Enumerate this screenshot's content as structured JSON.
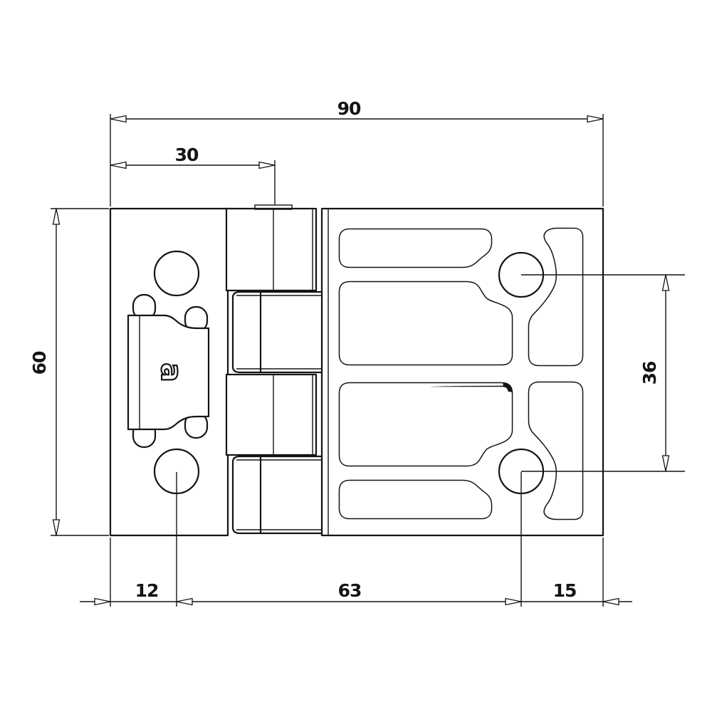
{
  "drawing": {
    "background": "#ffffff",
    "line_color": "#141414",
    "dimensions": {
      "total_width": "90",
      "left_plate_to_pin": "30",
      "total_height": "60",
      "hole_vertical_spacing": "36",
      "left_edge_to_hole": "12",
      "hole_to_hole": "63",
      "hole_to_right_edge": "15"
    },
    "logo": {
      "glyph": "a"
    }
  }
}
